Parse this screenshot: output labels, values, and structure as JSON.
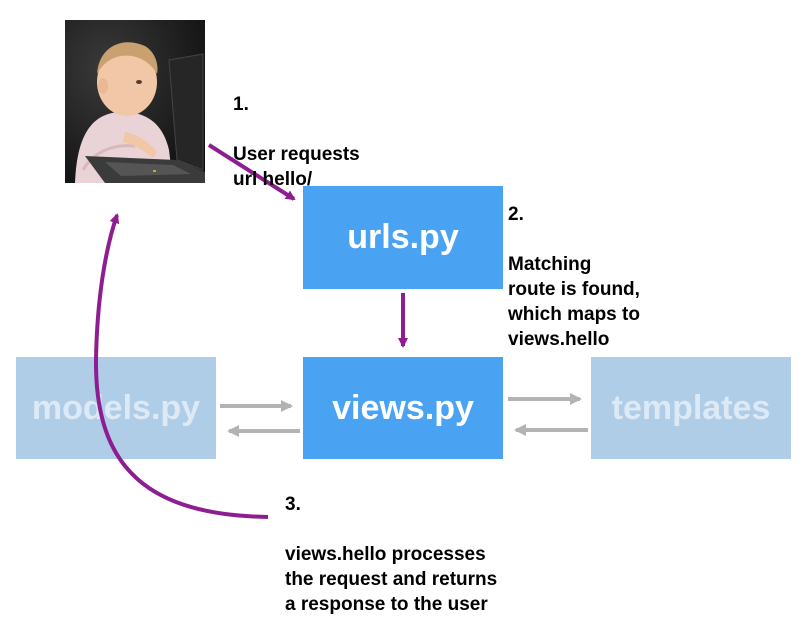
{
  "boxes": {
    "urls": "urls.py",
    "views": "views.py",
    "models": "models.py",
    "templates": "templates"
  },
  "notes": {
    "step1_num": "1.",
    "step1_text": "User requests\nurl hello/",
    "step2_num": "2.",
    "step2_text": "Matching\nroute is found,\nwhich maps to\nviews.hello",
    "step3_num": "3.",
    "step3_text": "views.hello processes\nthe request and returns\na response to the user"
  },
  "colors": {
    "active_box": "#4aa3f2",
    "dim_box": "#b0cde8",
    "flow_arrow": "#8e1d92",
    "side_arrow": "#b3b3b3"
  },
  "icons": {
    "user_photo": "baby-at-laptop"
  }
}
